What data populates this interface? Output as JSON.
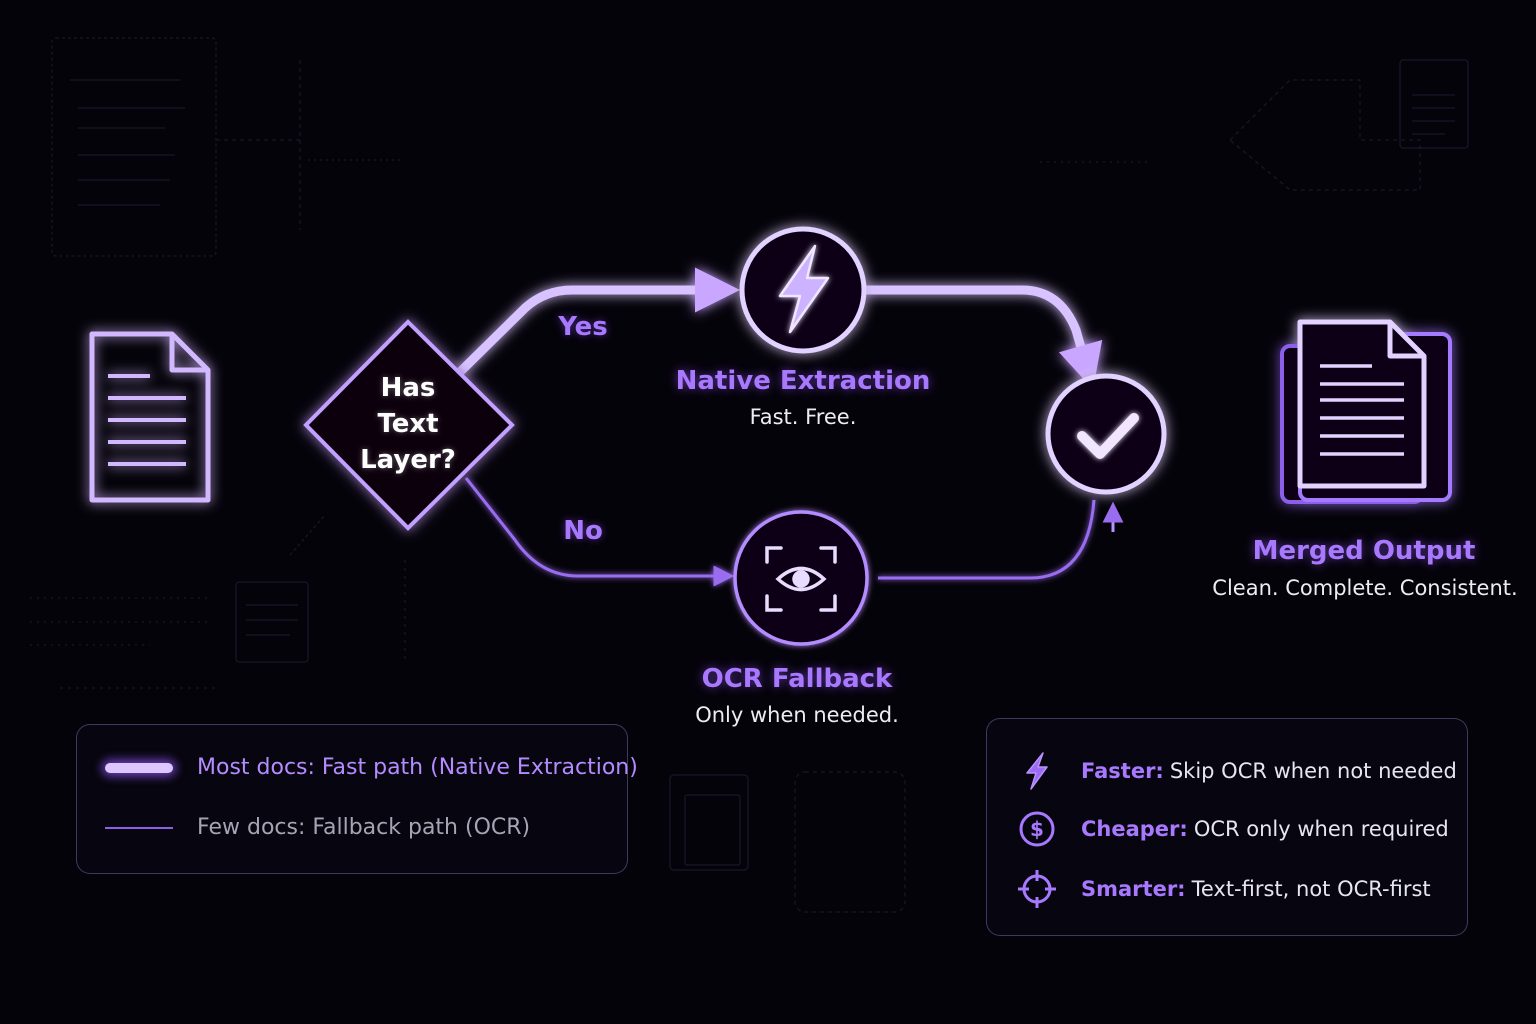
{
  "decision": {
    "line1": "Has",
    "line2": "Text",
    "line3": "Layer?"
  },
  "branches": {
    "yes": "Yes",
    "no": "No"
  },
  "native": {
    "title": "Native Extraction",
    "subtitle": "Fast. Free."
  },
  "ocr": {
    "title": "OCR Fallback",
    "subtitle": "Only when needed."
  },
  "output": {
    "title": "Merged Output",
    "subtitle": "Clean. Complete. Consistent."
  },
  "legend": {
    "fast": "Most docs: Fast path (Native Extraction)",
    "fallback": "Few docs: Fallback path (OCR)"
  },
  "benefits": [
    {
      "icon": "lightning-icon",
      "key": "Faster:",
      "text": "Skip OCR when not needed"
    },
    {
      "icon": "dollar-icon",
      "key": "Cheaper:",
      "text": "OCR only when required"
    },
    {
      "icon": "target-icon",
      "key": "Smarter:",
      "text": "Text-first, not OCR-first"
    }
  ],
  "colors": {
    "background": "#05030a",
    "accent": "#a878ff",
    "glow": "#8f5cff",
    "text": "#ececf4"
  }
}
